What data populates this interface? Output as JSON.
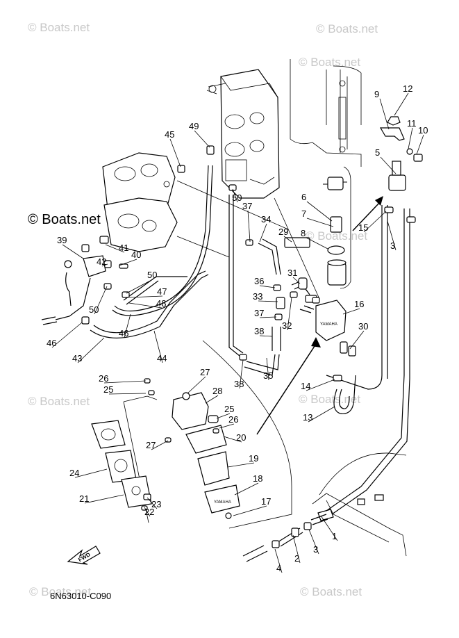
{
  "watermark": "© Boats.net",
  "code": "6N63010-C090",
  "fwd": "FWD",
  "pump_brand": "YAMAHA",
  "callouts": [
    "1",
    "2",
    "3",
    "3",
    "4",
    "5",
    "6",
    "7",
    "8",
    "9",
    "10",
    "11",
    "12",
    "13",
    "14",
    "15",
    "16",
    "17",
    "18",
    "19",
    "20",
    "21",
    "22",
    "23",
    "24",
    "25",
    "25",
    "26",
    "26",
    "27",
    "27",
    "28",
    "29",
    "30",
    "31",
    "32",
    "33",
    "34",
    "35",
    "36",
    "37",
    "37",
    "38",
    "38",
    "39",
    "40",
    "41",
    "42",
    "43",
    "44",
    "45",
    "46",
    "46",
    "47",
    "48",
    "49",
    "50",
    "50",
    "50",
    "50"
  ]
}
